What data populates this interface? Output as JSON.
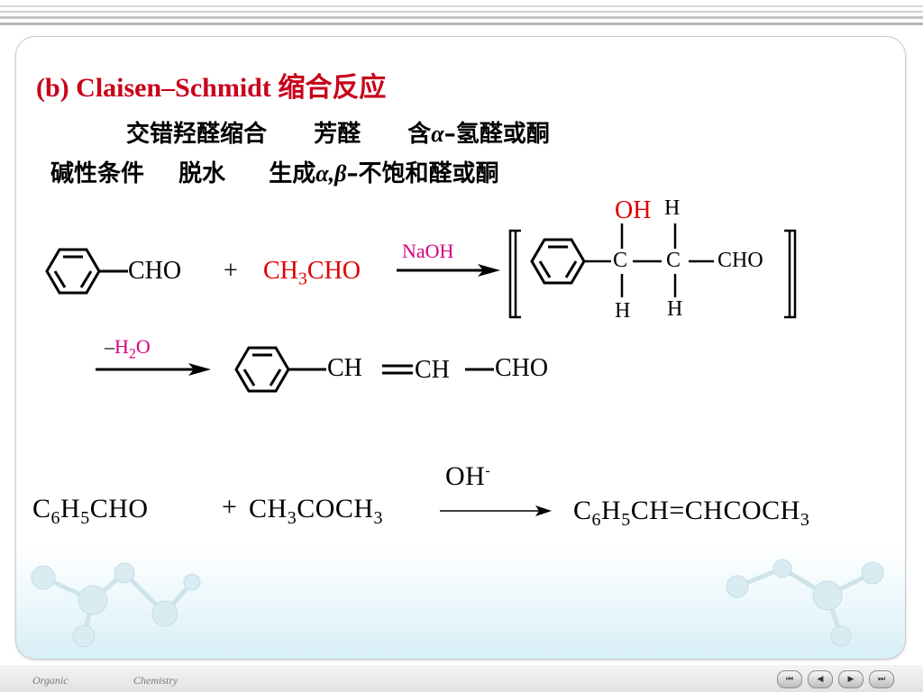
{
  "title": "(b) Claisen–Schmidt 缩合反应",
  "line1": {
    "part1": "交错羟醛缩合",
    "part2": "芳醛",
    "part3_prefix": "含",
    "part3_alpha": "α",
    "part3_suffix": "–氢醛或酮"
  },
  "line2": {
    "part1": "碱性条件",
    "part2": "脱水",
    "part3_prefix": "生成",
    "part3_greek": "α,β",
    "part3_suffix": "–不饱和醛或酮"
  },
  "reaction1": {
    "reactant1_group": "CHO",
    "plus": "+",
    "reactant2": {
      "a": "CH",
      "sub": "3",
      "b": "CHO"
    },
    "reagent": "NaOH",
    "intermediate": {
      "oh": "OH",
      "h_top": "H",
      "c1": "C",
      "c2": "C",
      "cho": "CHO",
      "h_bottom1": "H",
      "h_bottom2": "H"
    }
  },
  "reaction2": {
    "reagent": {
      "minus": "–",
      "h": "H",
      "sub": "2",
      "o": "O"
    },
    "product": {
      "ch1": "CH",
      "ch2": "CH",
      "cho": "CHO"
    }
  },
  "reaction3": {
    "reactant1": {
      "c": "C",
      "sub1": "6",
      "h": "H",
      "sub2": "5",
      "rest": "CHO"
    },
    "plus": "+",
    "reactant2": {
      "a": "CH",
      "sub": "3",
      "b": "COCH",
      "sub2": "3"
    },
    "reagent": {
      "text": "OH",
      "sup": "-"
    },
    "product": {
      "c": "C",
      "sub1": "6",
      "h": "H",
      "sub2": "5",
      "rest": "CH=CHCOCH",
      "sub3": "3"
    }
  },
  "footer": {
    "left": "Organic",
    "right": "Chemistry"
  },
  "nav": [
    "⏮",
    "◀",
    "▶",
    "⏭"
  ],
  "colors": {
    "title": "#c8001a",
    "red": "#e00000",
    "reagent": "#d6007f"
  }
}
